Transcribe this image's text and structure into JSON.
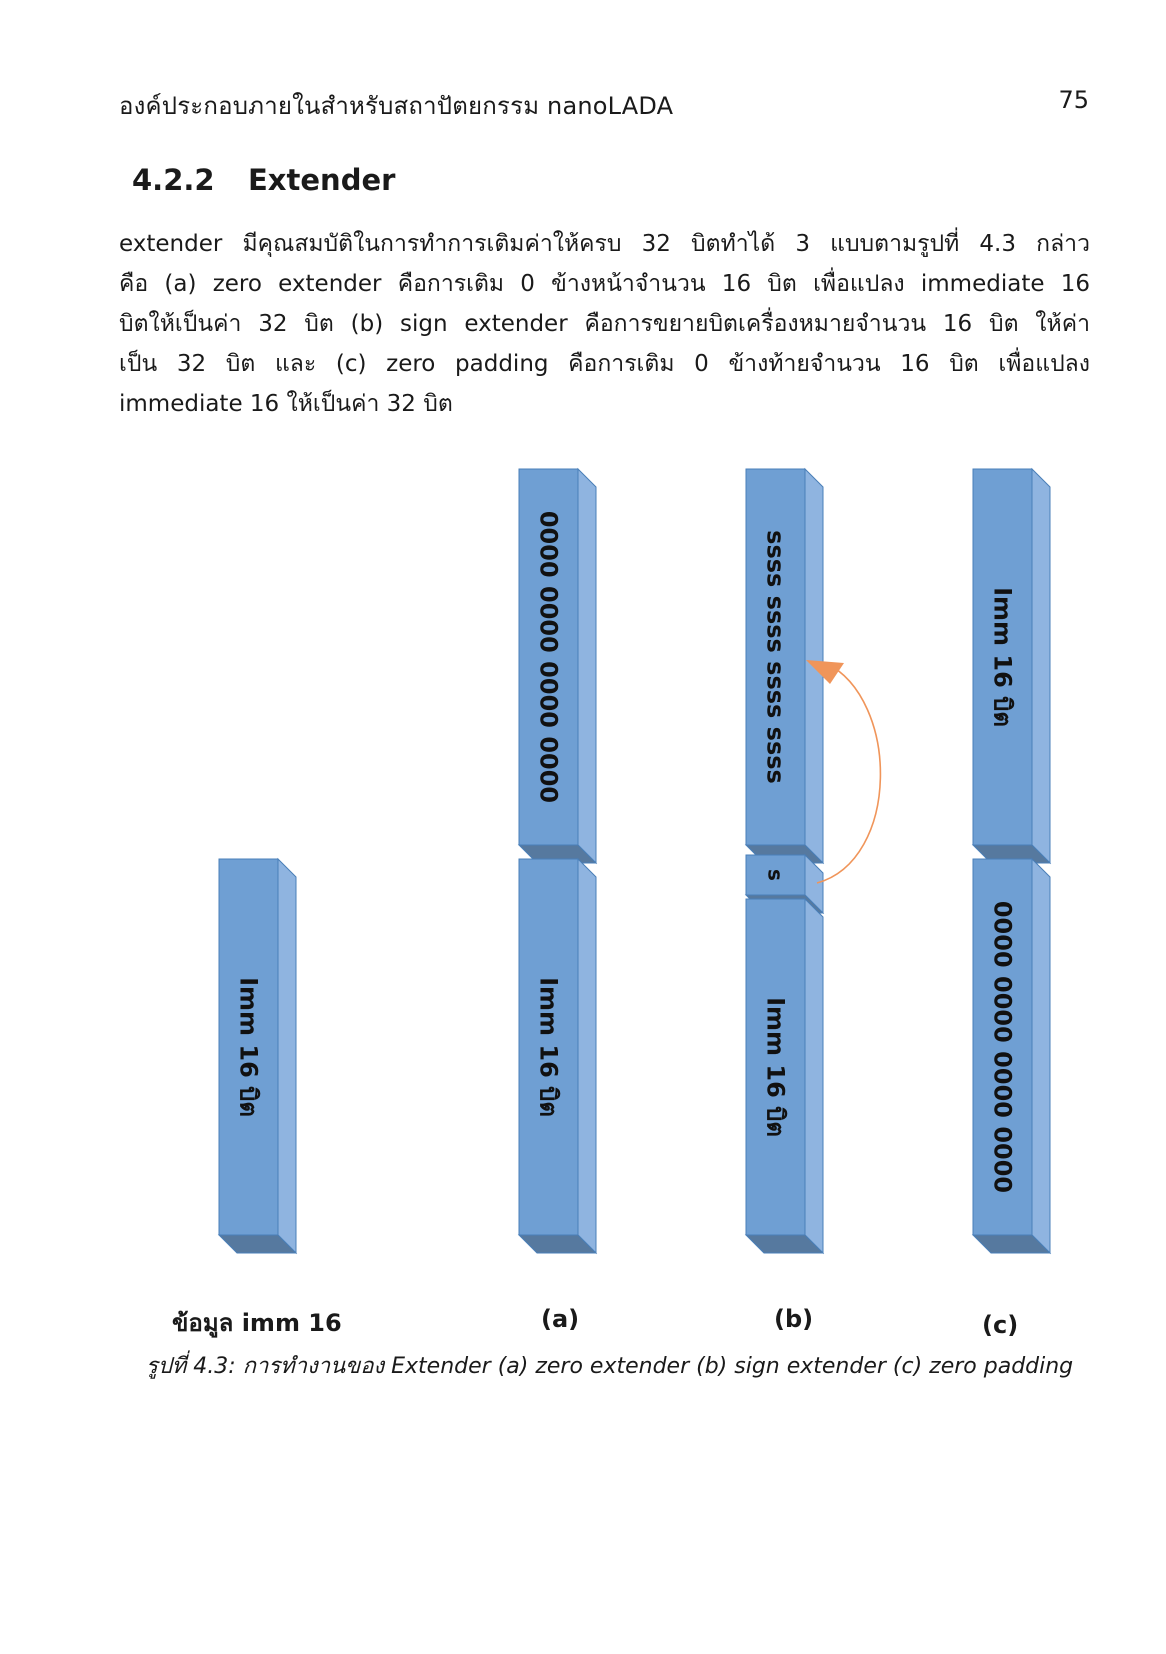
{
  "header": {
    "title": "องค์ประกอบภายในสำหรับสถาปัตยกรรม nanoLADA",
    "page_number": "75"
  },
  "section": {
    "number": "4.2.2",
    "title": "Extender"
  },
  "paragraph_lines": [
    "extender มีคุณสมบัติในการทำการเติมค่าให้ครบ 32 บิตทำได้ 3 แบบตามรูปที่ 4.3 กล่าว",
    "คือ (a) zero extender คือการเติม 0 ข้างหน้าจำนวน 16 บิต เพื่อแปลง immediate 16",
    "บิตให้เป็นค่า 32 บิต (b) sign extender คือการขยายบิตเครื่องหมายจำนวน 16 บิต ให้ค่า",
    "เป็น 32 บิต และ (c) zero padding คือการเติม 0 ข้างท้ายจำนวน 16 บิต เพื่อแปลง",
    "immediate 16 ให้เป็นค่า 32 บิต"
  ],
  "figure": {
    "block_labels": {
      "imm": "Imm 16 บิต",
      "zeros": "0000 0000 0000 0000",
      "sign_fill": "ssss ssss ssss ssss",
      "sign_bit": "s"
    },
    "column_labels": {
      "data": "ข้อมูล imm 16",
      "a": "(a)",
      "b": "(b)",
      "c": "(c)"
    },
    "caption": "รูปที่ 4.3: การทำงานของ Extender (a) zero extender (b) sign extender (c) zero padding",
    "colors": {
      "front": "#6f9fd3",
      "side": "#8fb4e0",
      "bottom": "#56799f",
      "edge": "#4a7fb8",
      "arrow": "#f0955a"
    }
  }
}
